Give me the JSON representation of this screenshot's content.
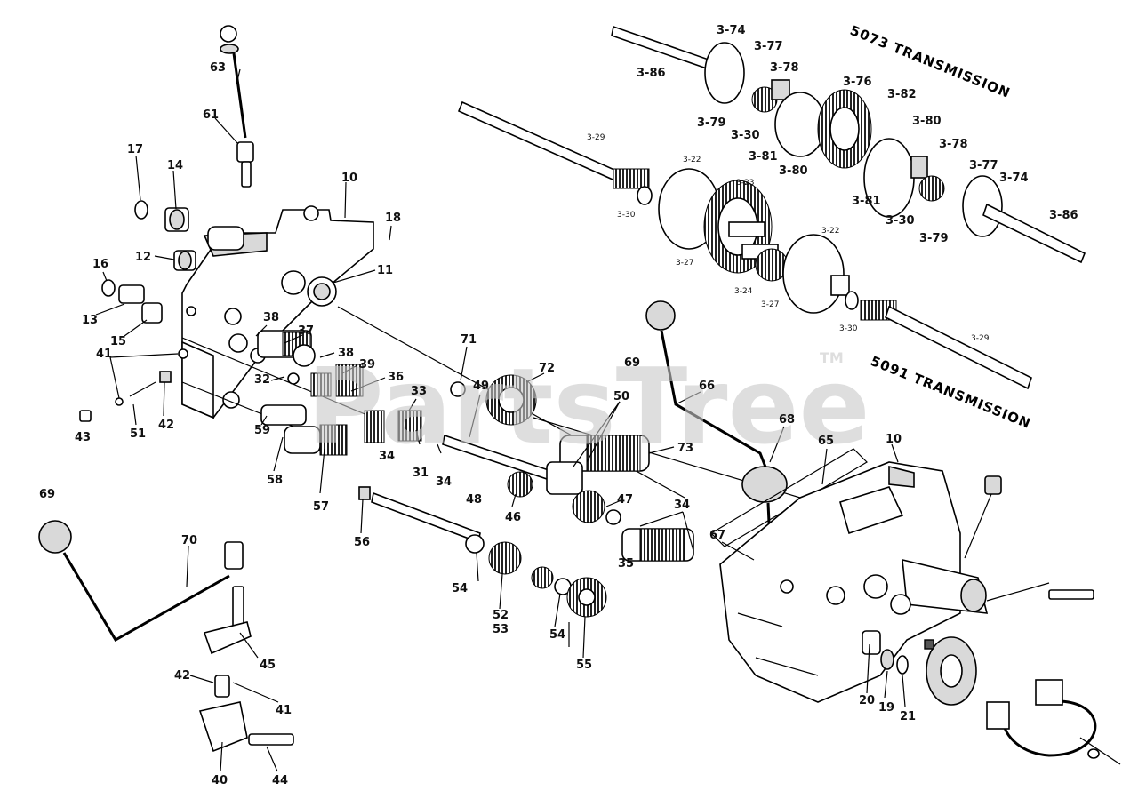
{
  "titles": {
    "t5073": "5073 TRANSMISSION",
    "t5091": "5091 TRANSMISSION"
  },
  "watermark": {
    "text": "PartsTree",
    "tm": "TM"
  },
  "labels": {
    "p10a": "10",
    "p10b": "10",
    "p11": "11",
    "p12": "12",
    "p13": "13",
    "p14": "14",
    "p15": "15",
    "p16": "16",
    "p17": "17",
    "p18": "18",
    "p19": "19",
    "p20": "20",
    "p21": "21",
    "p31": "31",
    "p32": "32",
    "p33": "33",
    "p34a": "34",
    "p34b": "34",
    "p34c": "34",
    "p35": "35",
    "p36": "36",
    "p37": "37",
    "p38a": "38",
    "p38b": "38",
    "p39": "39",
    "p40": "40",
    "p41a": "41",
    "p41b": "41",
    "p42a": "42",
    "p42b": "42",
    "p43": "43",
    "p44": "44",
    "p45": "45",
    "p46": "46",
    "p47": "47",
    "p48": "48",
    "p49": "49",
    "p50": "50",
    "p51": "51",
    "p52": "52",
    "p53": "53",
    "p54a": "54",
    "p54b": "54",
    "p55": "55",
    "p56": "56",
    "p57": "57",
    "p58": "58",
    "p59": "59",
    "p61": "61",
    "p63": "63",
    "p65": "65",
    "p66": "66",
    "p67": "67",
    "p68": "68",
    "p69a": "69",
    "p69b": "69",
    "p70": "70",
    "p71": "71",
    "p72": "72",
    "p73": "73",
    "s374a": "3-74",
    "s377a": "3-77",
    "s378a": "3-78",
    "s386a": "3-86",
    "s379a": "3-79",
    "s330a": "3-30",
    "s381a": "3-81",
    "s380a": "3-80",
    "s376": "3-76",
    "s382": "3-82",
    "s380b": "3-80",
    "s378b": "3-78",
    "s377b": "3-77",
    "s374b": "3-74",
    "s381b": "3-81",
    "s330b": "3-30",
    "s379b": "3-79",
    "s386b": "3-86",
    "s329a": "3-29",
    "s322a": "3-22",
    "s323": "3-23",
    "s330c": "3-30",
    "s327a": "3-27",
    "s324": "3-24",
    "s327b": "3-27",
    "s322b": "3-22",
    "s330d": "3-30",
    "s329b": "3-29"
  }
}
